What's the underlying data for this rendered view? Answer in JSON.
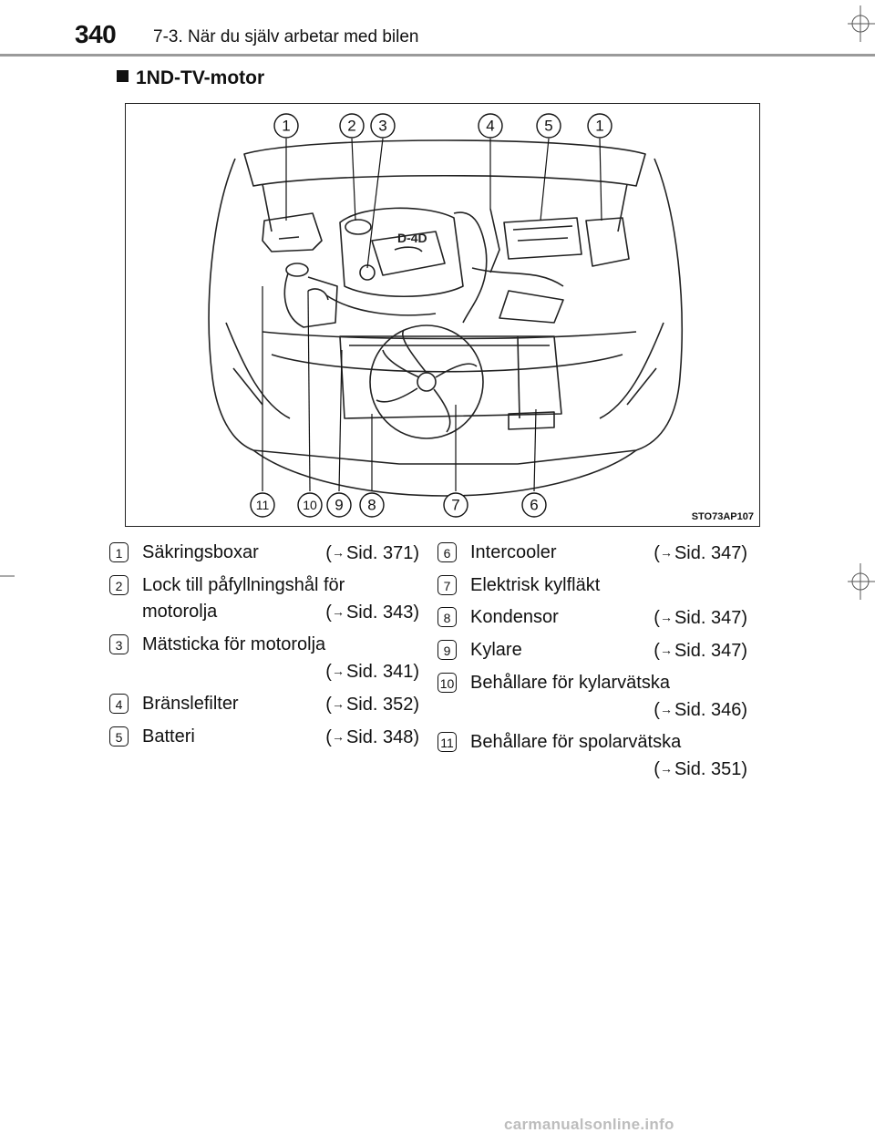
{
  "header": {
    "page_number": "340",
    "chapter": "7-3. När du själv arbetar med bilen"
  },
  "section": {
    "title": "1ND-TV-motor"
  },
  "figure": {
    "code": "STO73AP107",
    "engine_badge": "D-4D",
    "callouts_top": [
      "1",
      "2",
      "3",
      "4",
      "5",
      "1"
    ],
    "callouts_bottom": [
      "11",
      "10",
      "9",
      "8",
      "7",
      "6"
    ]
  },
  "legend": {
    "left": [
      {
        "num": "1",
        "lines": [
          "Säkringsboxar"
        ],
        "ref": "Sid. 371"
      },
      {
        "num": "2",
        "lines": [
          "Lock till påfyllningshål för",
          "motorolja"
        ],
        "ref": "Sid. 343"
      },
      {
        "num": "3",
        "lines": [
          "Mätsticka för motorolja"
        ],
        "ref": "Sid. 341",
        "ref_on_new_line": true
      },
      {
        "num": "4",
        "lines": [
          "Bränslefilter"
        ],
        "ref": "Sid. 352"
      },
      {
        "num": "5",
        "lines": [
          "Batteri"
        ],
        "ref": "Sid. 348"
      }
    ],
    "right": [
      {
        "num": "6",
        "lines": [
          "Intercooler"
        ],
        "ref": "Sid. 347"
      },
      {
        "num": "7",
        "lines": [
          "Elektrisk kylfläkt"
        ],
        "ref": ""
      },
      {
        "num": "8",
        "lines": [
          "Kondensor"
        ],
        "ref": "Sid. 347"
      },
      {
        "num": "9",
        "lines": [
          "Kylare"
        ],
        "ref": "Sid. 347"
      },
      {
        "num": "10",
        "lines": [
          "Behållare för kylarvätska"
        ],
        "ref": "Sid. 346",
        "ref_on_new_line": true
      },
      {
        "num": "11",
        "lines": [
          "Behållare för spolarvätska"
        ],
        "ref": "Sid. 351",
        "ref_on_new_line": true
      }
    ]
  },
  "watermark": "carmanualsonline.info"
}
